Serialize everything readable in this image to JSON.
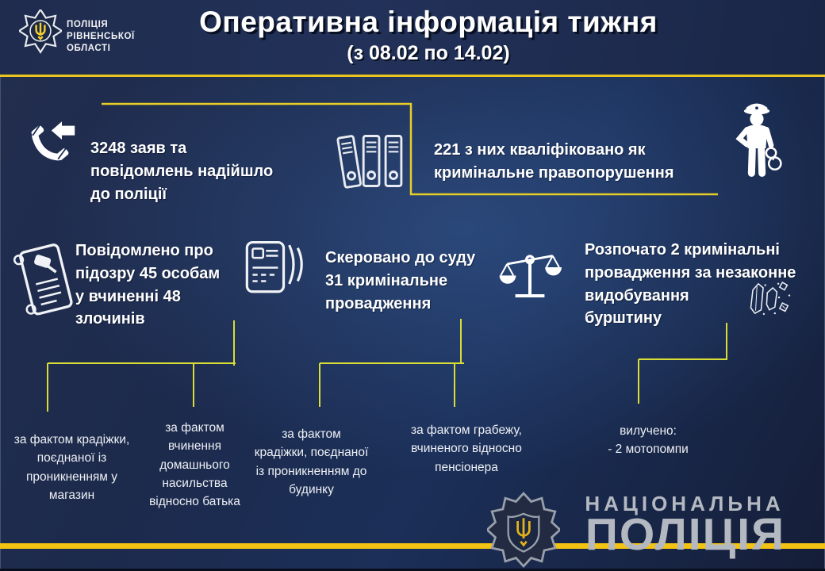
{
  "colors": {
    "accent_yellow": "#f2c313",
    "header_line_yellow": "#e9c51f",
    "connector_yellow": "#d9dd35",
    "background_navy": "#1b2f58",
    "text_white": "#ffffff",
    "footer_gray": "#b4b9c1"
  },
  "header": {
    "org": "ПОЛІЦІЯ\nРІВНЕНСЬКОЇ\nОБЛАСТІ",
    "title": "Оперативна інформація тижня",
    "subtitle": "(з 08.02 по 14.02)"
  },
  "stats": [
    {
      "icon": "phone-incoming-icon",
      "text": "3248 заяв та\nповідомлень надійшло\nдо поліції"
    },
    {
      "icon": "binders-icon",
      "text": "221 з них кваліфіковано як\nкримінальне правопорушення"
    },
    {
      "icon": "scroll-gavel-icon",
      "text": "Повідомлено про\nпідозру 45 особам\nу вчиненні 48\nзлочинів"
    },
    {
      "icon": "court-files-icon",
      "text": "Скеровано до суду\n31 кримінальне\nпровадження"
    },
    {
      "icon": "scales-icon",
      "text": "Розпочато 2 кримінальні\nпровадження за незаконне\nвидобування\nбурштину"
    }
  ],
  "details": [
    {
      "text": "за фактом крадіжки,\nпоєднаної із\nпроникненням у\nмагазин"
    },
    {
      "text": "за фактом\nвчинення\nдомашнього\nнасильства\nвідносно батька"
    },
    {
      "text": "за фактом\nкрадіжки, поєднаної\nіз проникненням до\nбудинку"
    },
    {
      "text": "за фактом грабежу,\nвчиненого відносно\nпенсіонера"
    },
    {
      "text": "вилучено:\n- 2 мотопомпи"
    }
  ],
  "footer": {
    "brand_top": "НАЦІОНАЛЬНА",
    "brand_bottom": "ПОЛІЦІЯ"
  }
}
